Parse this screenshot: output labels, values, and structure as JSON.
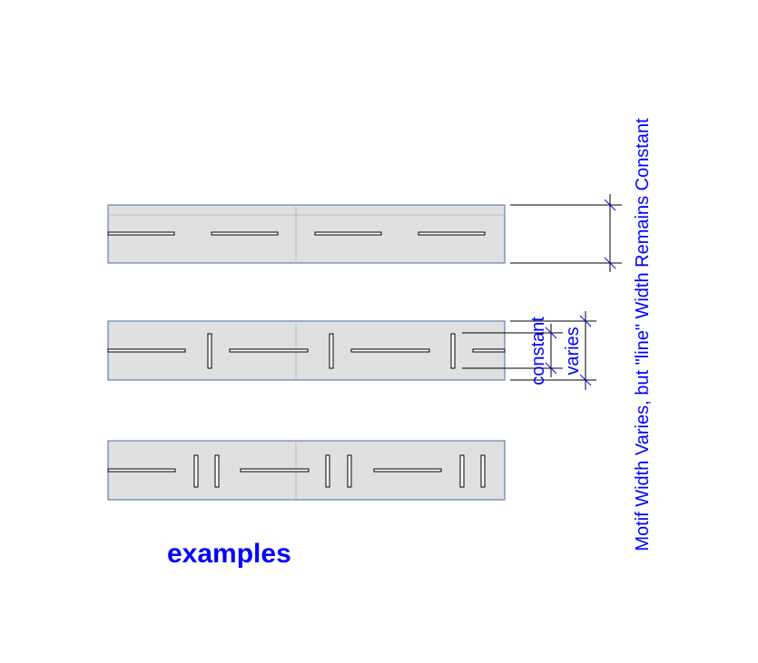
{
  "labels": {
    "examples": "examples",
    "constant": "constant",
    "varies": "varies",
    "title": "Motif Width Varies, but \"line\" Width Remains Constant"
  },
  "colors": {
    "panel_fill": "#e0e0e0",
    "panel_border": "#4a6aa5",
    "annotation": "#0000ff"
  }
}
